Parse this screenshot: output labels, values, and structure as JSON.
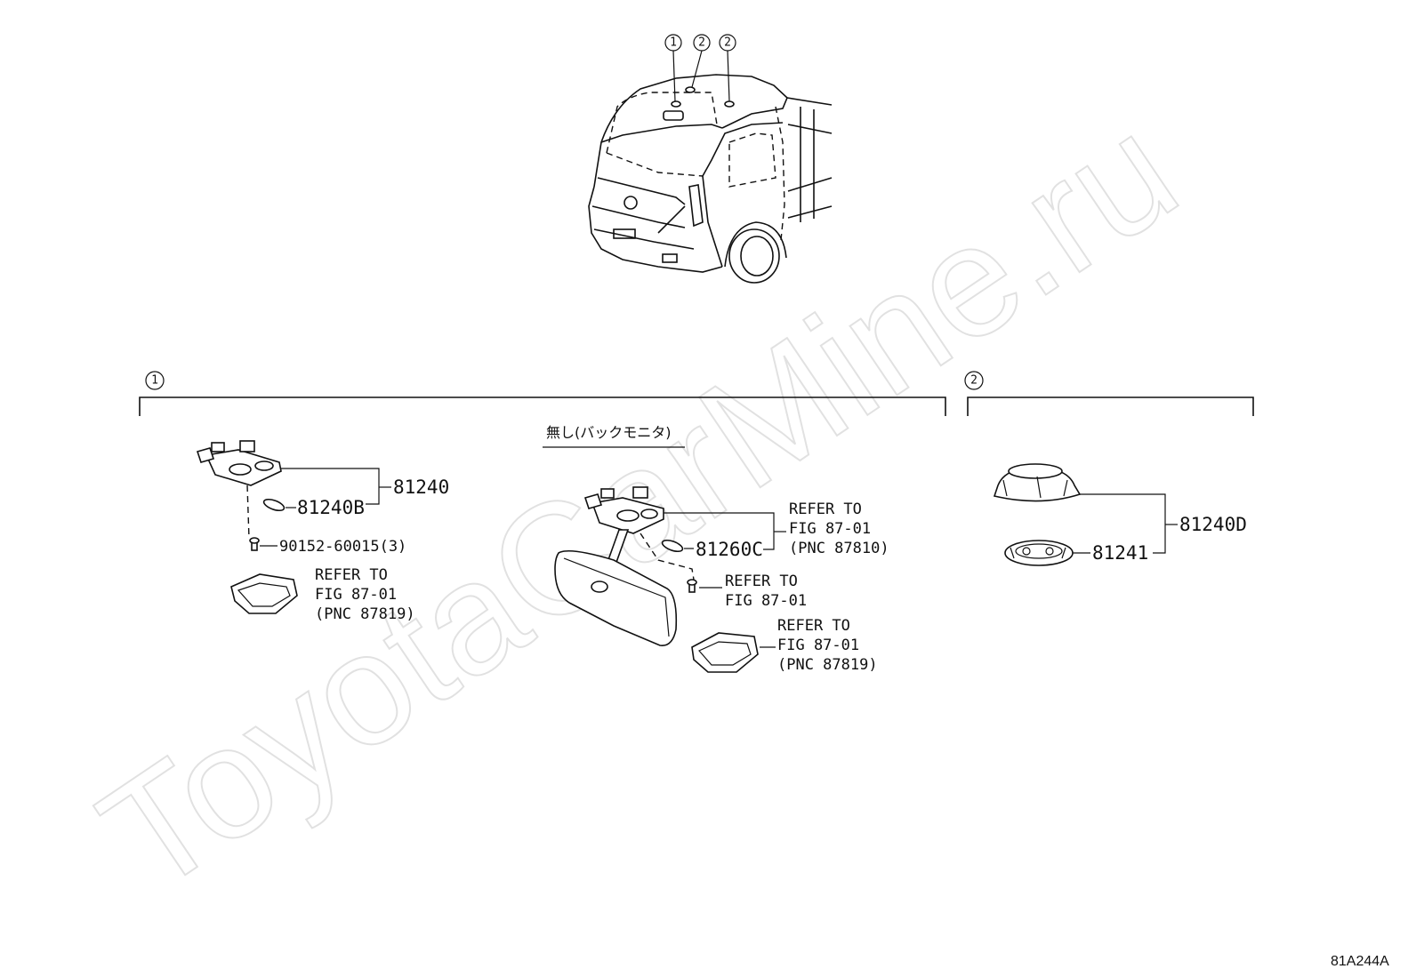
{
  "watermark": "ToyotaCarMine.ru",
  "figure_code": "81A244A",
  "locator_marks": [
    "1",
    "2",
    "2"
  ],
  "section_marks": {
    "left": "1",
    "right": "2"
  },
  "variant_label": "無し(バックモニタ)",
  "parts": {
    "p81240": "81240",
    "p81240B": "81240B",
    "p90152": "90152-60015(3)",
    "p81260C": "81260C",
    "p81240D": "81240D",
    "p81241": "81241"
  },
  "refs": {
    "left_cover": [
      "REFER TO",
      "FIG 87-01",
      "(PNC 87819)"
    ],
    "mid_top": [
      "REFER TO",
      "FIG 87-01",
      "(PNC 87810)"
    ],
    "mid_screw": [
      "REFER TO",
      "FIG 87-01"
    ],
    "mid_cover": [
      "REFER TO",
      "FIG 87-01",
      "(PNC 87819)"
    ]
  }
}
